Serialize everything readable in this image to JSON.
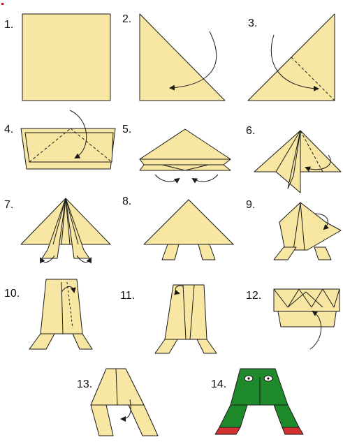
{
  "steps": [
    {
      "label": "1."
    },
    {
      "label": "2."
    },
    {
      "label": "3."
    },
    {
      "label": "4."
    },
    {
      "label": "5."
    },
    {
      "label": "6."
    },
    {
      "label": "7."
    },
    {
      "label": "8."
    },
    {
      "label": "9."
    },
    {
      "label": "10."
    },
    {
      "label": "11."
    },
    {
      "label": "12."
    },
    {
      "label": "13."
    },
    {
      "label": "14."
    }
  ],
  "colors": {
    "paper": "#f7e7a3",
    "outline": "#1a1a1a",
    "frog_green": "#1f8a2c",
    "frog_feet": "#d32f2f",
    "frog_eye": "#ffffff"
  }
}
